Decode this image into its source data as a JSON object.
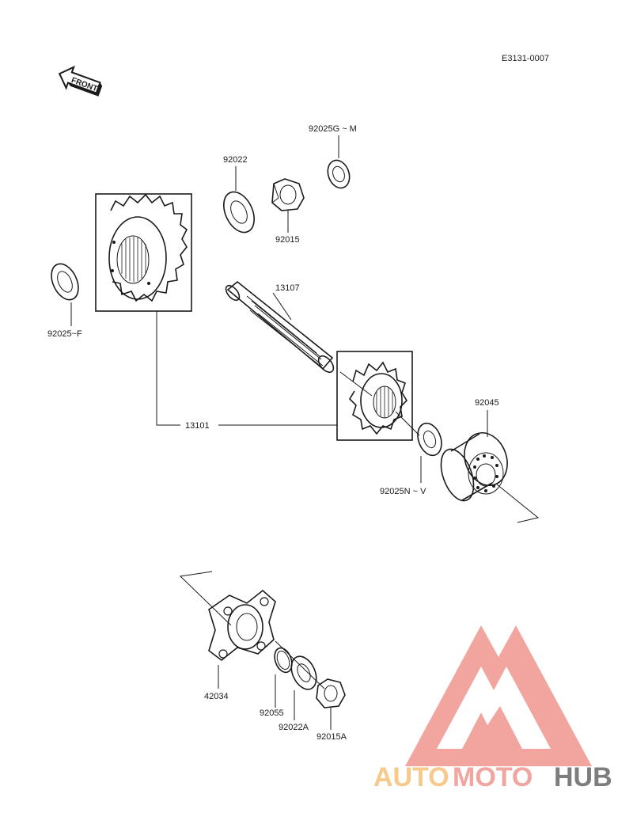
{
  "diagram_code": "E3131-0007",
  "front_label": "FRONT",
  "labels": {
    "p92025GM": "92025G ~ M",
    "p92022": "92022",
    "p92015": "92015",
    "p13107": "13107",
    "p92025F": "92025~F",
    "p13101": "13101",
    "p92045": "92045",
    "p92025NV": "92025N ~ V",
    "p42034": "42034",
    "p92055": "92055",
    "p92022A": "92022A",
    "p92015A": "92015A"
  },
  "watermark": {
    "auto": "AUTO",
    "moto": "MOTO",
    "hub": "HUB",
    "auto_color": "#f7c98a",
    "moto_color": "#f2a59f",
    "hub_color": "#7d7d7d",
    "logo_color": "#f2a59f"
  }
}
